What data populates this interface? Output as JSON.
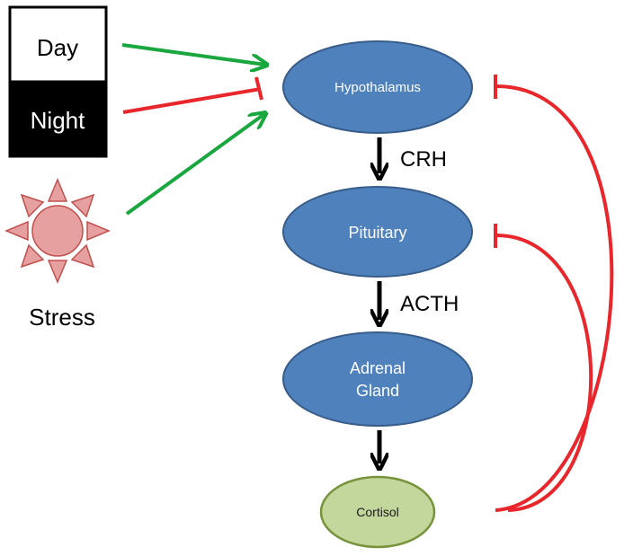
{
  "nodes": {
    "hypothalamus": "Hypothalamus",
    "pituitary": "Pituitary",
    "adrenal_line1": "Adrenal",
    "adrenal_line2": "Gland",
    "cortisol": "Cortisol"
  },
  "inputs": {
    "day": "Day",
    "night": "Night",
    "stress": "Stress"
  },
  "hormones": {
    "crh": "CRH",
    "acth": "ACTH"
  },
  "colors": {
    "node_fill": "#4f81bd",
    "node_stroke": "#385d8a",
    "cortisol_fill": "#c3d69b",
    "cortisol_stroke": "#77933c",
    "stimulate": "#1aa73f",
    "inhibit": "#e8262b",
    "sun_fill": "#e6a0a0",
    "sun_stroke": "#c0504d"
  }
}
